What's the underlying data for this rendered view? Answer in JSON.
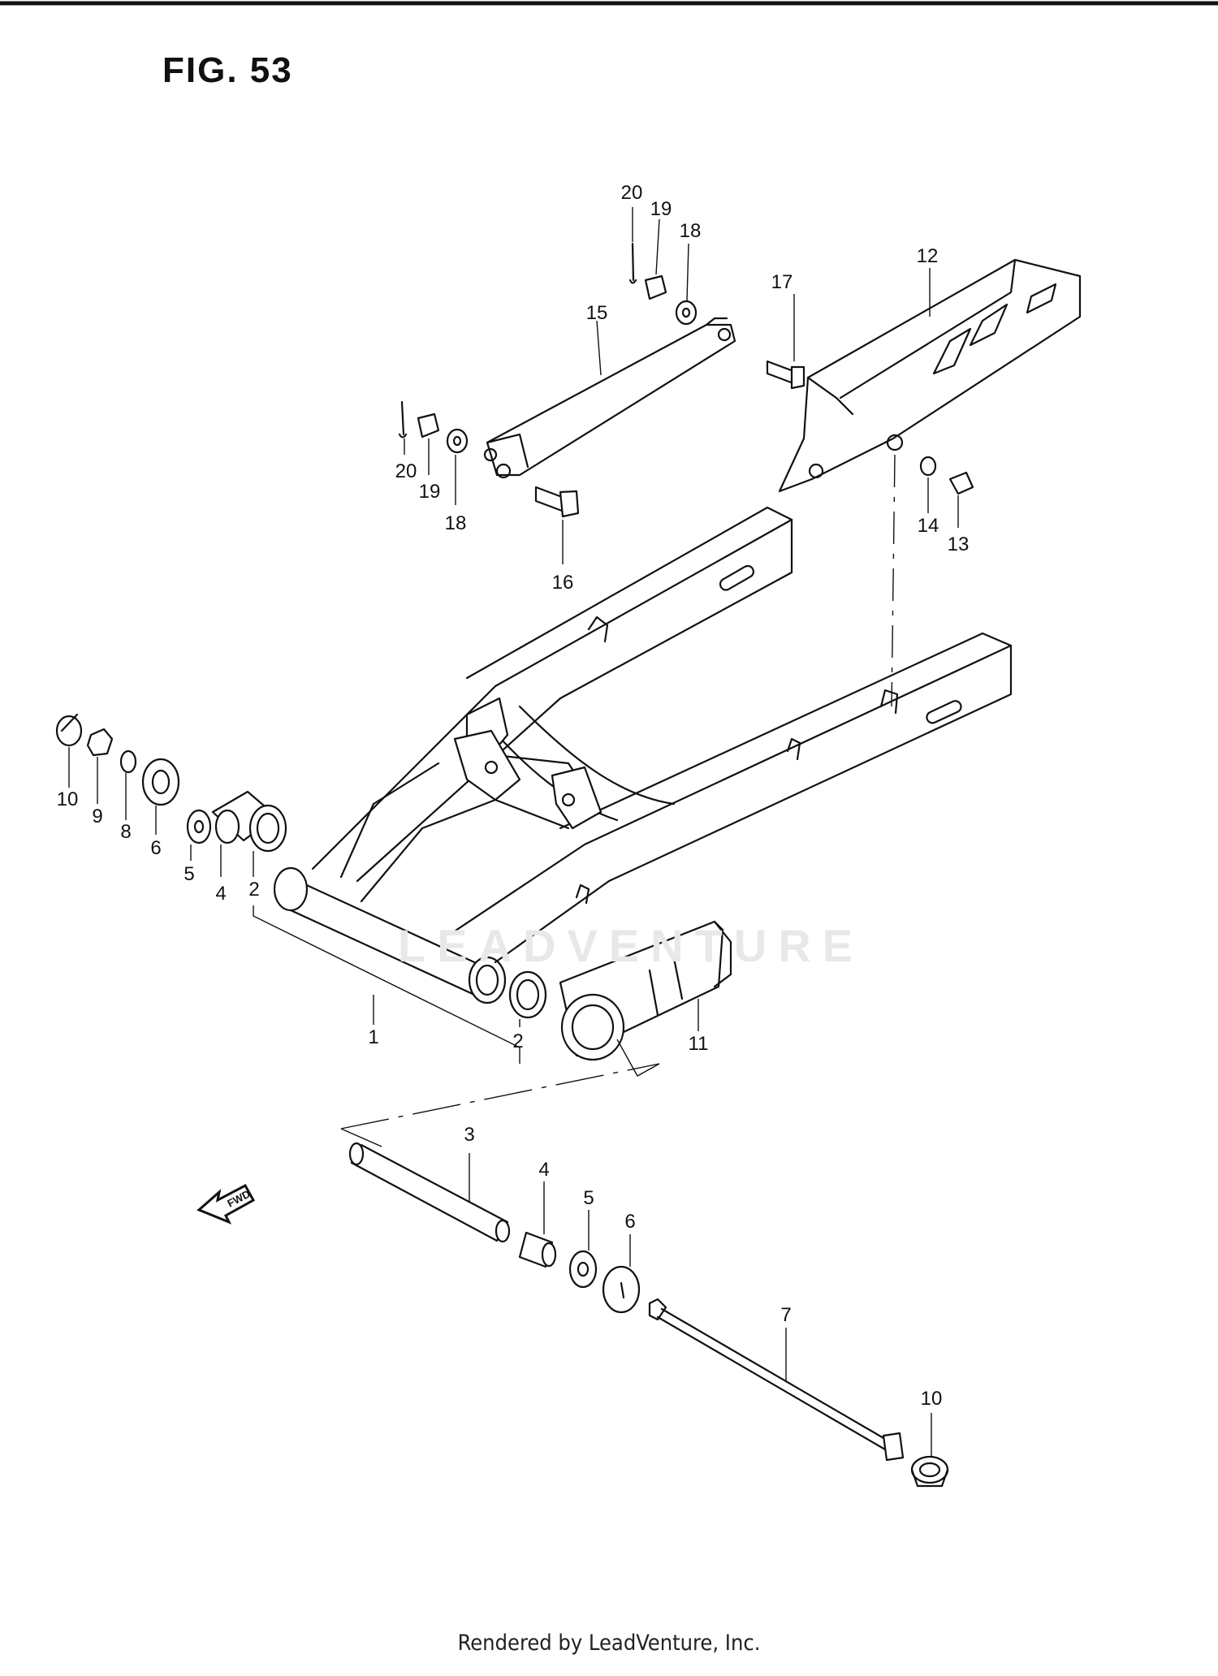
{
  "figure": {
    "title": "FIG. 53"
  },
  "watermark": "LEADVENTURE",
  "footer": "Rendered by LeadVenture, Inc.",
  "callouts": [
    {
      "id": "c20a",
      "label": "20"
    },
    {
      "id": "c19a",
      "label": "19"
    },
    {
      "id": "c18a",
      "label": "18"
    },
    {
      "id": "c15",
      "label": "15"
    },
    {
      "id": "c17",
      "label": "17"
    },
    {
      "id": "c12",
      "label": "12"
    },
    {
      "id": "c20b",
      "label": "20"
    },
    {
      "id": "c19b",
      "label": "19"
    },
    {
      "id": "c18b",
      "label": "18"
    },
    {
      "id": "c16",
      "label": "16"
    },
    {
      "id": "c14",
      "label": "14"
    },
    {
      "id": "c13",
      "label": "13"
    },
    {
      "id": "c10a",
      "label": "10"
    },
    {
      "id": "c9",
      "label": "9"
    },
    {
      "id": "c8",
      "label": "8"
    },
    {
      "id": "c6a",
      "label": "6"
    },
    {
      "id": "c5a",
      "label": "5"
    },
    {
      "id": "c4a",
      "label": "4"
    },
    {
      "id": "c2a",
      "label": "2"
    },
    {
      "id": "c1",
      "label": "1"
    },
    {
      "id": "c2b",
      "label": "2"
    },
    {
      "id": "c11",
      "label": "11"
    },
    {
      "id": "c3",
      "label": "3"
    },
    {
      "id": "c4b",
      "label": "4"
    },
    {
      "id": "c5b",
      "label": "5"
    },
    {
      "id": "c6b",
      "label": "6"
    },
    {
      "id": "c7",
      "label": "7"
    },
    {
      "id": "c10b",
      "label": "10"
    }
  ],
  "fwd_arrow": {
    "label": "FWD",
    "icon": "forward-direction-arrow-icon"
  },
  "colors": {
    "ink": "#111111",
    "paper": "#ffffff",
    "watermark": "#e8e8e8"
  }
}
